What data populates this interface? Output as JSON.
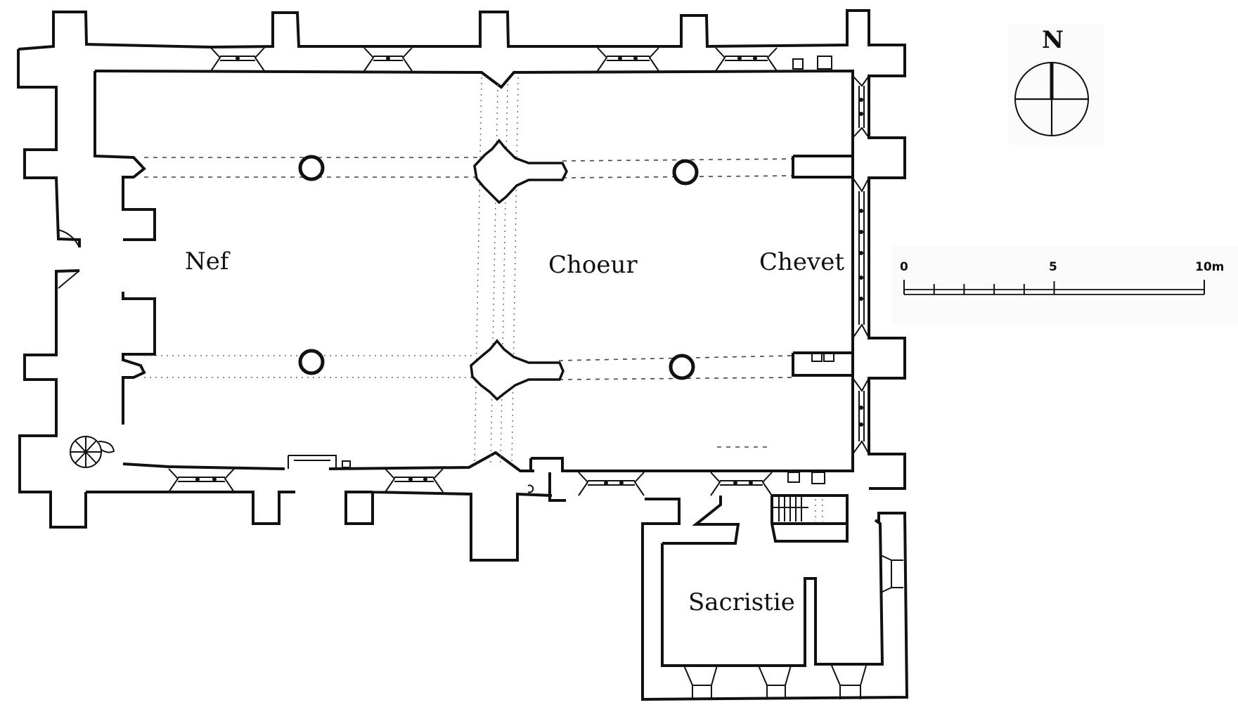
{
  "plan": {
    "type": "architectural floor plan",
    "rooms": [
      {
        "key": "nef",
        "label": "Nef"
      },
      {
        "key": "choeur",
        "label": "Choeur"
      },
      {
        "key": "chevet",
        "label": "Chevet"
      },
      {
        "key": "sacristie",
        "label": "Sacristie"
      }
    ],
    "columns_count": 4,
    "piers_count": 2,
    "line_color": "#111111",
    "background": "#ffffff"
  },
  "compass": {
    "label": "N",
    "orientation": "north-up"
  },
  "scale_bar": {
    "ticks": [
      "0",
      "5",
      "10m"
    ],
    "unit": "m",
    "max_value": 10,
    "subdivisions_to_5": 5
  }
}
